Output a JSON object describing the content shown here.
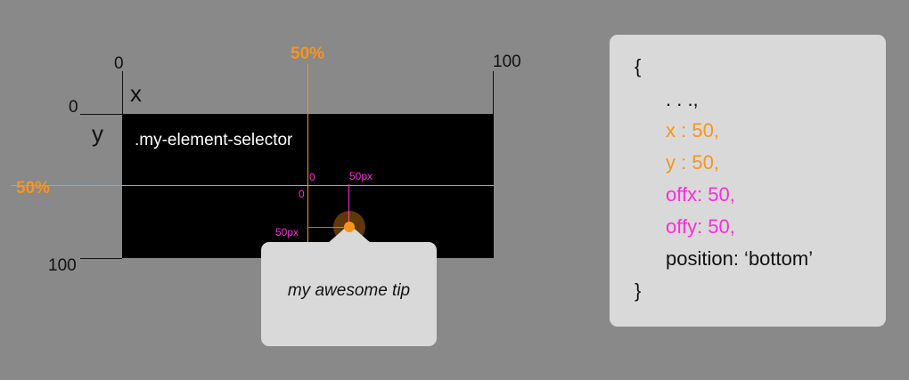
{
  "diagram": {
    "axis": {
      "x_start": "0",
      "x_end": "100",
      "y_start": "0",
      "y_end": "100",
      "x_letter": "x",
      "y_letter": "y"
    },
    "center": {
      "x_label": "50%",
      "y_label": "50%"
    },
    "element": {
      "selector": ".my-element-selector"
    },
    "offset": {
      "origin_x": "0",
      "origin_y": "0",
      "offset_x_label": "50px",
      "offset_y_label": "50px"
    },
    "tooltip": {
      "text": "my awesome tip"
    }
  },
  "code": {
    "open": "{",
    "ellipsis": ". . .,",
    "x_line": "x : 50,",
    "y_line": "y : 50,",
    "offx_line": "offx: 50,",
    "offy_line": "offy: 50,",
    "position_line": "position: ‘bottom’",
    "close": "}"
  },
  "colors": {
    "background": "#898989",
    "element": "#000000",
    "accent_orange": "#f7941d",
    "accent_pink": "#ff2bd9",
    "panel": "#d9d9d9"
  }
}
